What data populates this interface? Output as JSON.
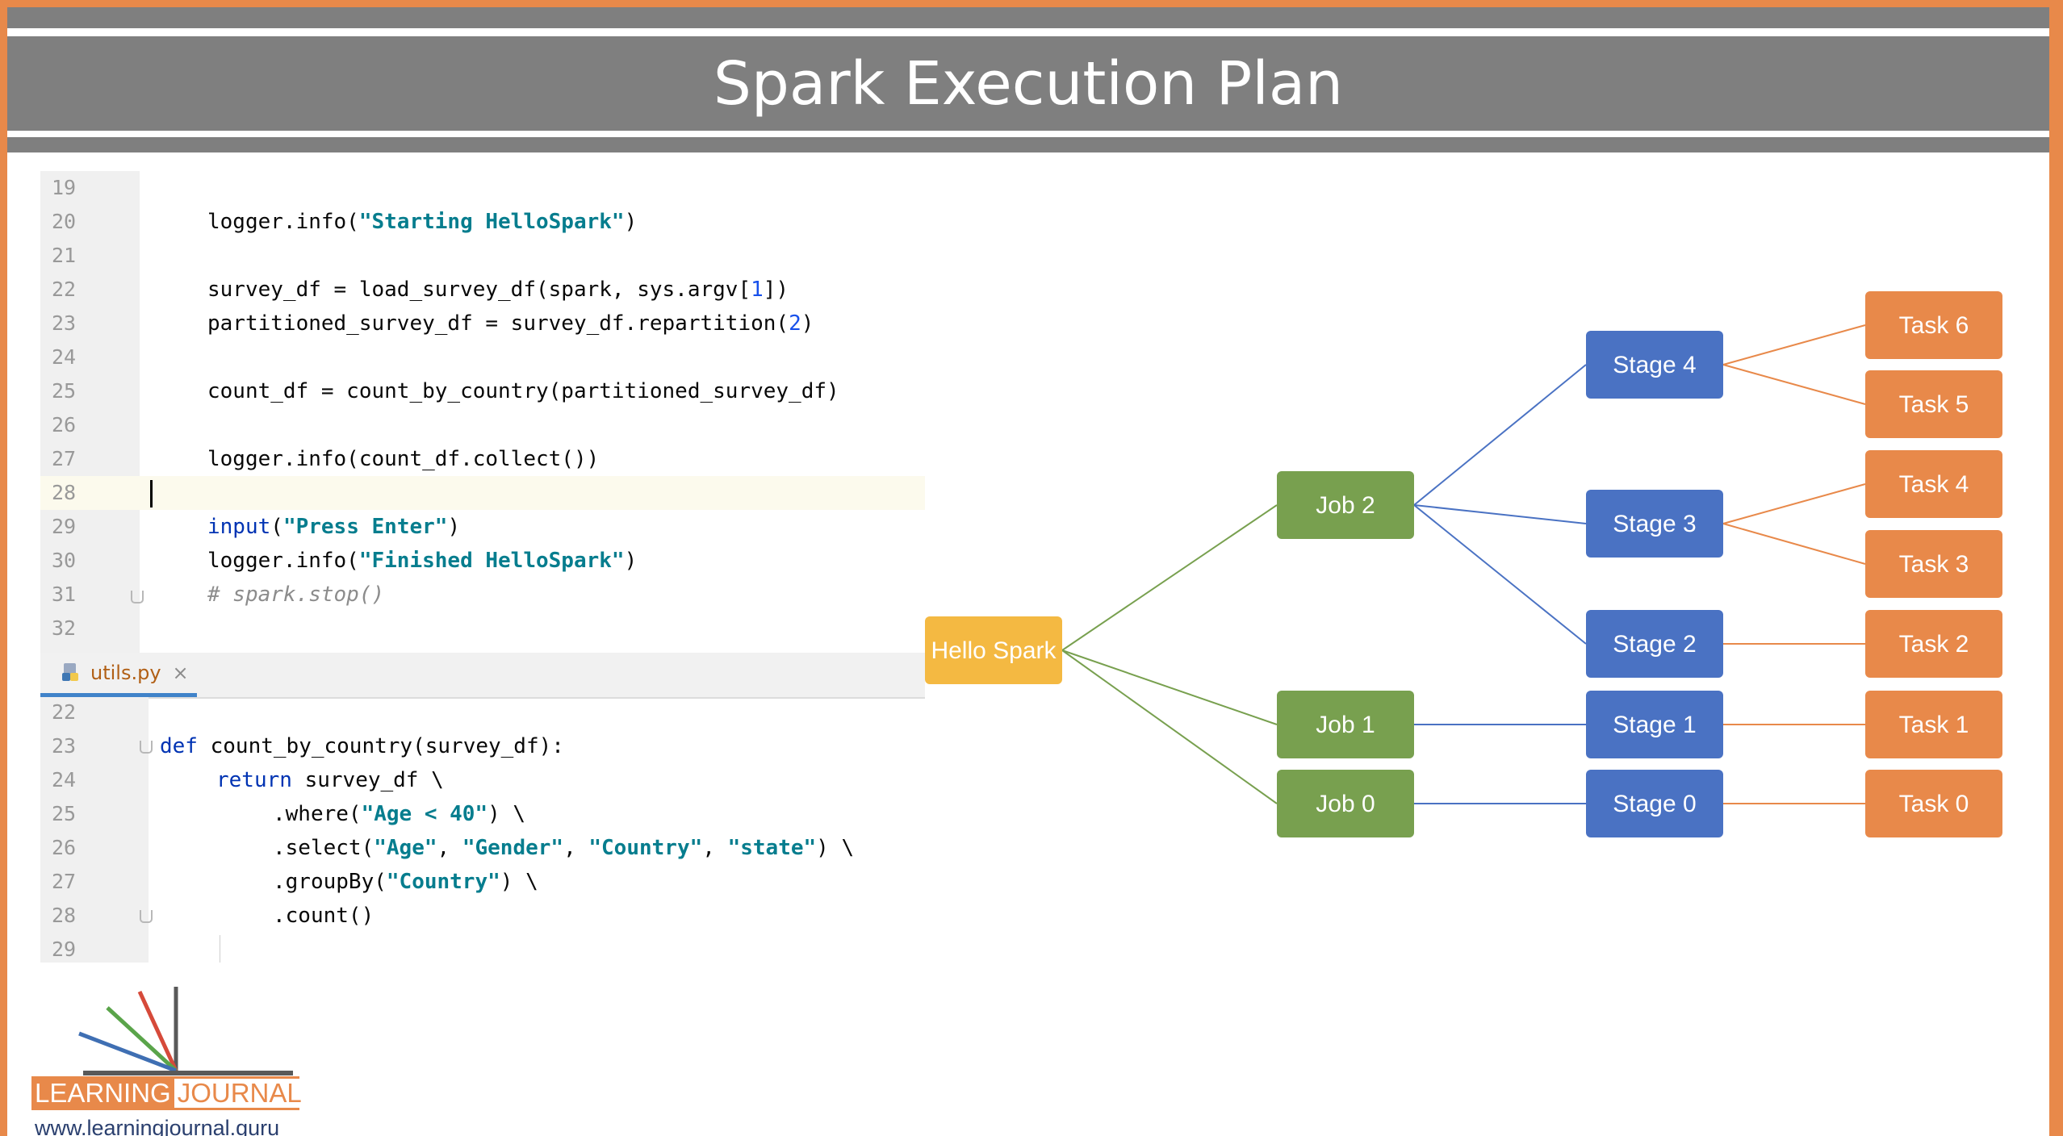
{
  "title": "Spark Execution Plan",
  "colors": {
    "frame": "#e8894a",
    "header": "#7f7f7f",
    "app_node": "#f4b942",
    "job_node": "#78a04f",
    "stage_node": "#4a72c3",
    "task_node": "#e8894a"
  },
  "editor_main": {
    "lines": [
      {
        "num": "19",
        "text": ""
      },
      {
        "num": "20",
        "text": "logger.info(\"Starting HelloSpark\")"
      },
      {
        "num": "21",
        "text": ""
      },
      {
        "num": "22",
        "text": "survey_df = load_survey_df(spark, sys.argv[1])"
      },
      {
        "num": "23",
        "text": "partitioned_survey_df = survey_df.repartition(2)"
      },
      {
        "num": "24",
        "text": ""
      },
      {
        "num": "25",
        "text": "count_df = count_by_country(partitioned_survey_df)"
      },
      {
        "num": "26",
        "text": ""
      },
      {
        "num": "27",
        "text": "logger.info(count_df.collect())"
      },
      {
        "num": "28",
        "text": ""
      },
      {
        "num": "29",
        "text": "input(\"Press Enter\")"
      },
      {
        "num": "30",
        "text": "logger.info(\"Finished HelloSpark\")"
      },
      {
        "num": "31",
        "text": "# spark.stop()"
      },
      {
        "num": "32",
        "text": ""
      }
    ]
  },
  "editor_utils": {
    "tab_label": "utils.py",
    "tab_close": "×",
    "lines": [
      {
        "num": "22",
        "text": ""
      },
      {
        "num": "23",
        "text": "def count_by_country(survey_df):"
      },
      {
        "num": "24",
        "text": "    return survey_df \\"
      },
      {
        "num": "25",
        "text": "        .where(\"Age < 40\") \\"
      },
      {
        "num": "26",
        "text": "        .select(\"Age\", \"Gender\", \"Country\", \"state\") \\"
      },
      {
        "num": "27",
        "text": "        .groupBy(\"Country\") \\"
      },
      {
        "num": "28",
        "text": "        .count()"
      },
      {
        "num": "29",
        "text": ""
      }
    ]
  },
  "diagram": {
    "app": "Hello Spark",
    "jobs": [
      "Job 2",
      "Job 1",
      "Job 0"
    ],
    "stages": [
      "Stage 4",
      "Stage 3",
      "Stage 2",
      "Stage 1",
      "Stage 0"
    ],
    "tasks": [
      "Task 6",
      "Task 5",
      "Task 4",
      "Task 3",
      "Task 2",
      "Task 1",
      "Task 0"
    ]
  },
  "logo": {
    "word1": "LEARNING",
    "word2": "JOURNAL",
    "url": "www.learningjournal.guru"
  }
}
